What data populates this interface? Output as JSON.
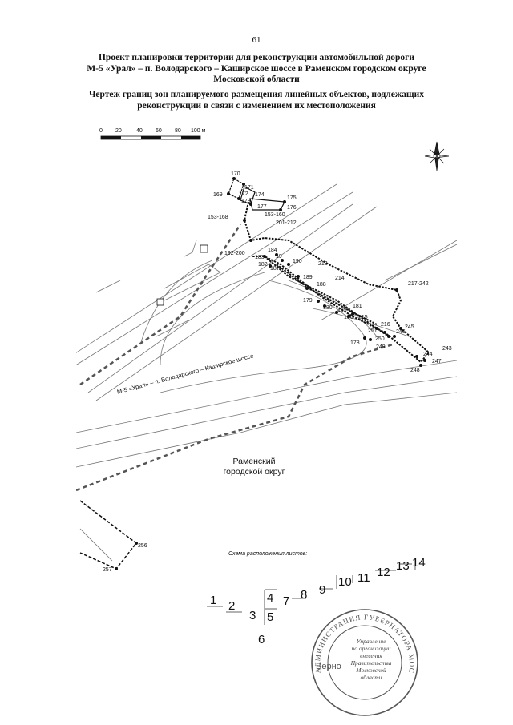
{
  "page_number": "61",
  "title_lines": [
    "Проект планировки территории для реконструкции автомобильной дороги",
    "М-5 «Урал» – п. Володарского – Каширское шоссе в Раменском городском округе",
    "Московской области"
  ],
  "subtitle_lines": [
    "Чертеж границ зон планируемого размещения линейных объектов, подлежащих",
    "реконструкции в связи с изменением их местоположения"
  ],
  "scale_bar": {
    "labels": [
      "0",
      "20",
      "40",
      "60",
      "80",
      "100 м"
    ]
  },
  "road_label": "М-5 «Урал» – п. Володарского – Каширское шоссе",
  "district_label": [
    "Раменский",
    "городской округ"
  ],
  "point_labels": {
    "p170": "170",
    "p171": "171",
    "p169": "169",
    "p172": "172",
    "p173": "173",
    "p174": "174",
    "p177": "177",
    "p175": "175",
    "p176": "176",
    "p153_160": "153-160",
    "p201_212": "201-212",
    "p153_168": "153-168",
    "p192_200": "192-200",
    "p184": "184",
    "p183": "183",
    "p19x": "19",
    "p190": "190",
    "p182": "182",
    "p187": "187",
    "p213": "213",
    "p189": "189",
    "p188": "188",
    "p214": "214",
    "p217_242": "217-242",
    "p179": "179",
    "p180": "180",
    "p185": "185",
    "p186": "186",
    "p181": "181",
    "p215": "215",
    "p216": "216",
    "p245": "245",
    "p251": "251",
    "p246": "246",
    "p250": "250",
    "p178": "178",
    "p249": "249",
    "p244": "244",
    "p243": "243",
    "p247": "247",
    "p248": "248",
    "p256": "256",
    "p257": "257"
  },
  "sheet_layout": {
    "title": "Схема расположения листов:",
    "sheets": [
      "1",
      "2",
      "3",
      "4",
      "5",
      "6",
      "7",
      "8",
      "9",
      "10",
      "11",
      "12",
      "13",
      "14"
    ]
  },
  "certification": "Верно",
  "stamp": {
    "ring_text": "АДМИНИСТРАЦИЯ ГУБЕРНАТОРА МОСКОВСКОЙ ОБЛАСТИ",
    "center_lines": [
      "Управление",
      "по организации",
      "внесения",
      "Правительства",
      "Московской",
      "области"
    ]
  },
  "colors": {
    "ink": "#111111",
    "stamp": "#555555"
  }
}
